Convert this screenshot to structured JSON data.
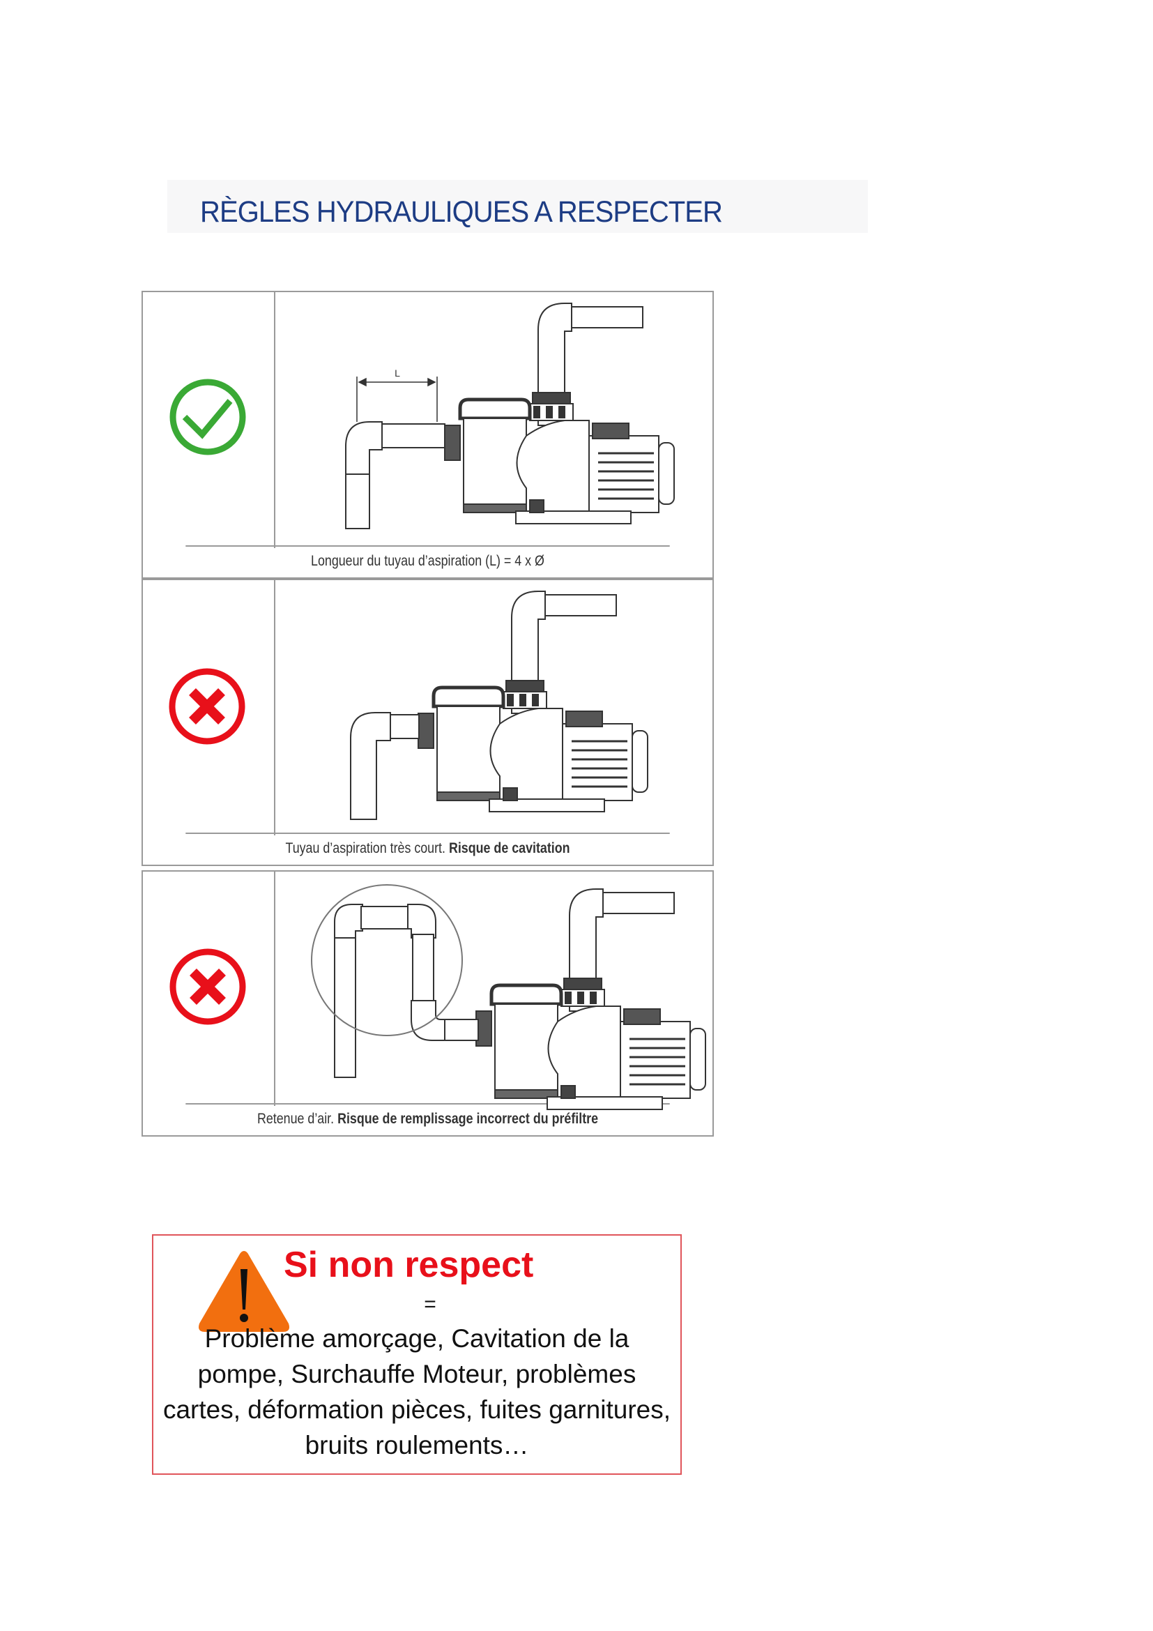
{
  "title": "RÈGLES HYDRAULIQUES A RESPECTER",
  "rules": [
    {
      "status": "correct",
      "icon": "check-circle-icon",
      "color": "#3aa935",
      "dimension_label": "L",
      "caption": "Longueur du tuyau d’aspiration (L) = 4 x Ø",
      "caption_bold": ""
    },
    {
      "status": "incorrect",
      "icon": "x-circle-icon",
      "color": "#e8101a",
      "caption": "Tuyau d’aspiration très court.",
      "caption_bold": "Risque de cavitation"
    },
    {
      "status": "incorrect",
      "icon": "x-circle-icon",
      "color": "#e8101a",
      "caption": "Retenue d’air.",
      "caption_bold": "Risque de remplissage incorrect du préfiltre"
    }
  ],
  "warning": {
    "icon": "warning-triangle-icon",
    "title": "Si non respect",
    "equals": "=",
    "body": "Problème amorçage, Cavitation de la pompe, Surchauffe Moteur, problèmes cartes, déformation pièces, fuites garnitures, bruits roulements…",
    "title_color": "#e8101a",
    "triangle_color": "#f26f0f"
  }
}
